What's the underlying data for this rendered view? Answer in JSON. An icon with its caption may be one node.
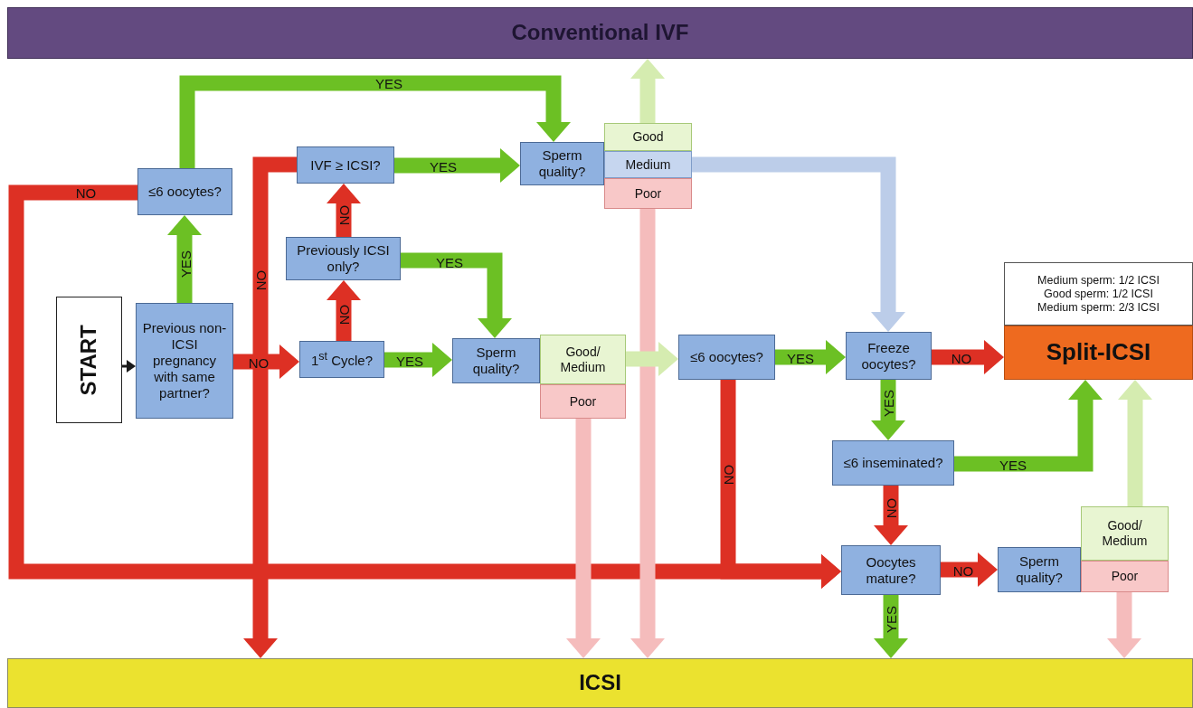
{
  "diagram": {
    "nodes": [
      {
        "text": [
          "Conventional IVF"
        ]
      },
      {
        "text": [
          "START"
        ]
      },
      {
        "text": [
          "Previous non-ICSI pregnancy with same partner?"
        ]
      },
      {
        "text": [
          "≤6 oocytes?"
        ]
      },
      {
        "text": [
          "IVF ≥ ICSI?"
        ]
      },
      {
        "text": [
          "Previously ICSI only?"
        ]
      },
      {
        "text": [
          "1$^{st}$ Cycle?"
        ]
      },
      {
        "text": [
          "Sperm quality?"
        ]
      },
      {
        "text": [
          "Good"
        ]
      },
      {
        "text": [
          "Medium"
        ]
      },
      {
        "text": [
          "Poor"
        ]
      },
      {
        "text": [
          "Sperm quality?"
        ]
      },
      {
        "text": [
          "Good/ Medium"
        ]
      },
      {
        "text": [
          "Poor"
        ]
      },
      {
        "text": [
          "≤6 oocytes?"
        ]
      },
      {
        "text": [
          "Freeze oocytes?"
        ]
      },
      {
        "text": [
          "Medium sperm: 1/2 ICSI",
          "Good sperm: 1/2 ICSI",
          "Medium sperm: 2/3 ICSI"
        ]
      },
      {
        "text": [
          "Split-ICSI"
        ]
      },
      {
        "text": [
          "≤6 inseminated?"
        ]
      },
      {
        "text": [
          "Oocytes mature?"
        ]
      },
      {
        "text": [
          "Sperm quality?"
        ]
      },
      {
        "text": [
          "Good/ Medium"
        ]
      },
      {
        "text": [
          "Poor"
        ]
      },
      {
        "text": [
          "ICSI"
        ]
      }
    ],
    "edges": [
      {
        "from": 1,
        "to": 2,
        "arrow": "to",
        "color": "#1a1a1a"
      },
      {
        "from": 2,
        "to": 3,
        "arrow": "to",
        "label": "YES"
      },
      {
        "from": 3,
        "to": 7,
        "arrow": "to",
        "label": "YES"
      },
      {
        "from": 3,
        "to": 19,
        "arrow": "to",
        "label": "NO",
        "color": "#dd3024"
      },
      {
        "from": 2,
        "to": 6,
        "arrow": "to",
        "label": "NO",
        "color": "#dd3024"
      },
      {
        "from": 4,
        "to": 23,
        "arrow": "to",
        "label": "NO",
        "color": "#dd3024"
      },
      {
        "from": 6,
        "to": 5,
        "arrow": "to",
        "label": "NO",
        "color": "#dd3024"
      },
      {
        "from": 5,
        "to": 4,
        "arrow": "to",
        "label": "NO",
        "color": "#dd3024"
      },
      {
        "from": 4,
        "to": 7,
        "arrow": "to",
        "label": "YES"
      },
      {
        "from": 5,
        "to": 11,
        "arrow": "to",
        "label": "YES"
      },
      {
        "from": 6,
        "to": 11,
        "arrow": "to",
        "label": "YES"
      },
      {
        "from": 8,
        "to": 0,
        "arrow": "to",
        "color": "#d5ecb0"
      },
      {
        "from": 9,
        "to": 15,
        "arrow": "to",
        "color": "#bccde9"
      },
      {
        "from": 10,
        "to": 23,
        "arrow": "to",
        "color": "#f5bcbc"
      },
      {
        "from": 12,
        "to": 14,
        "arrow": "to",
        "color": "#d5ecb0"
      },
      {
        "from": 13,
        "to": 23,
        "arrow": "to",
        "color": "#f5bcbc"
      },
      {
        "from": 14,
        "to": 15,
        "arrow": "to",
        "label": "YES"
      },
      {
        "from": 14,
        "to": 19,
        "arrow": "to",
        "label": "NO",
        "color": "#dd3024"
      },
      {
        "from": 15,
        "to": 17,
        "arrow": "to",
        "label": "NO",
        "color": "#dd3024"
      },
      {
        "from": 15,
        "to": 18,
        "arrow": "to",
        "label": "YES"
      },
      {
        "from": 18,
        "to": 17,
        "arrow": "to",
        "label": "YES"
      },
      {
        "from": 18,
        "to": 19,
        "arrow": "to",
        "label": "NO",
        "color": "#dd3024"
      },
      {
        "from": 19,
        "to": 23,
        "arrow": "to",
        "label": "YES"
      },
      {
        "from": 19,
        "to": 20,
        "arrow": "to",
        "label": "NO",
        "color": "#dd3024"
      },
      {
        "from": 21,
        "to": 17,
        "arrow": "to",
        "color": "#d5ecb0"
      },
      {
        "from": 22,
        "to": 23,
        "arrow": "to",
        "color": "#f5bcbc"
      }
    ]
  }
}
